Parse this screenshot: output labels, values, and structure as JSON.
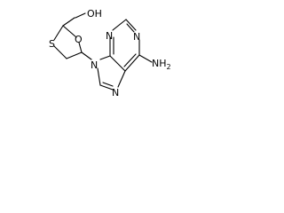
{
  "molecule": {
    "labels": {
      "oh": "OH",
      "s": "S",
      "o_ring": "O",
      "n_ring": "N",
      "nh2": "NH",
      "nh2_sub": "2"
    },
    "colors": {
      "bond": "#000000",
      "text": "#000000",
      "background": "#ffffff"
    }
  }
}
